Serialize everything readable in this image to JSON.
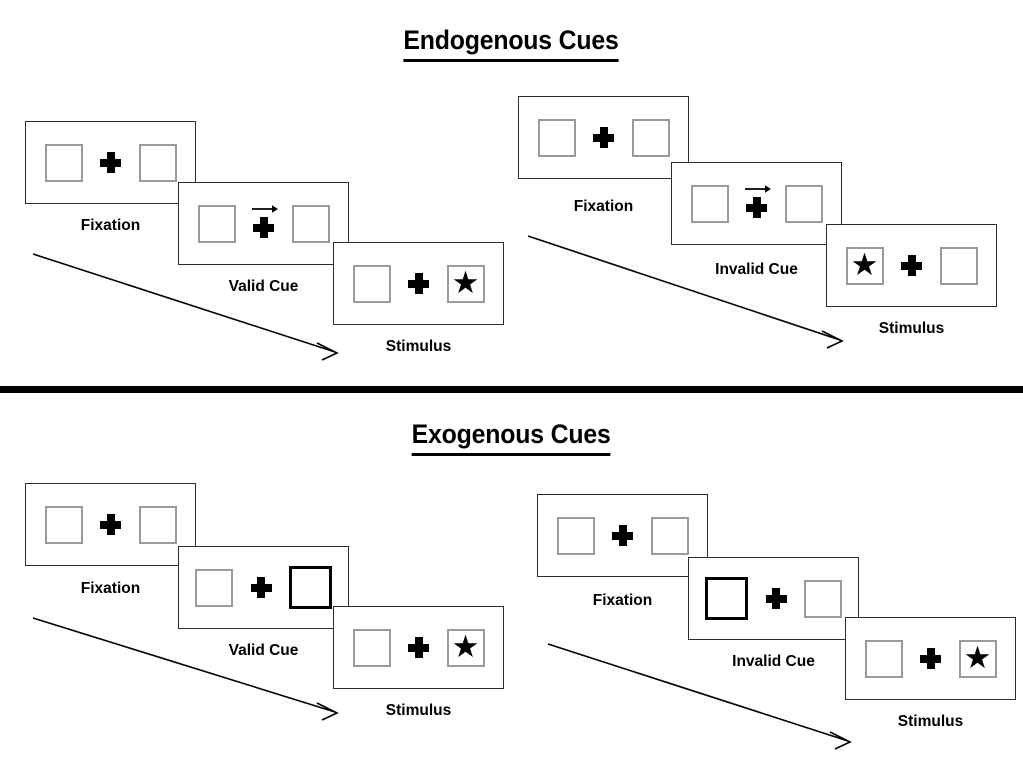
{
  "sections": [
    {
      "id": "endogenous",
      "title": "Endogenous Cues",
      "groups": [
        {
          "id": "endogenous-valid",
          "steps": [
            {
              "label": "Fixation",
              "cue": "none",
              "target": "none"
            },
            {
              "label": "Valid Cue",
              "cue": "arrow-right",
              "target": "none"
            },
            {
              "label": "Stimulus",
              "cue": "none",
              "target": "right"
            }
          ]
        },
        {
          "id": "endogenous-invalid",
          "steps": [
            {
              "label": "Fixation",
              "cue": "none",
              "target": "none"
            },
            {
              "label": "Invalid Cue",
              "cue": "arrow-right",
              "target": "none"
            },
            {
              "label": "Stimulus",
              "cue": "none",
              "target": "left"
            }
          ]
        }
      ]
    },
    {
      "id": "exogenous",
      "title": "Exogenous Cues",
      "groups": [
        {
          "id": "exogenous-valid",
          "steps": [
            {
              "label": "Fixation",
              "cue": "none",
              "target": "none"
            },
            {
              "label": "Valid Cue",
              "cue": "box-right",
              "target": "none"
            },
            {
              "label": "Stimulus",
              "cue": "none",
              "target": "right"
            }
          ]
        },
        {
          "id": "exogenous-invalid",
          "steps": [
            {
              "label": "Fixation",
              "cue": "none",
              "target": "none"
            },
            {
              "label": "Invalid Cue",
              "cue": "box-left",
              "target": "none"
            },
            {
              "label": "Stimulus",
              "cue": "none",
              "target": "right"
            }
          ]
        }
      ]
    }
  ],
  "glyphs": {
    "star": "★",
    "fixation_cross": "plus-sign",
    "cue_arrow": "arrow-right-icon"
  },
  "colors": {
    "ink": "#000000",
    "panel_border": "#2b2b2b",
    "slot_border": "#9a9a9a",
    "cued_slot_border": "#000000",
    "background": "#ffffff"
  }
}
